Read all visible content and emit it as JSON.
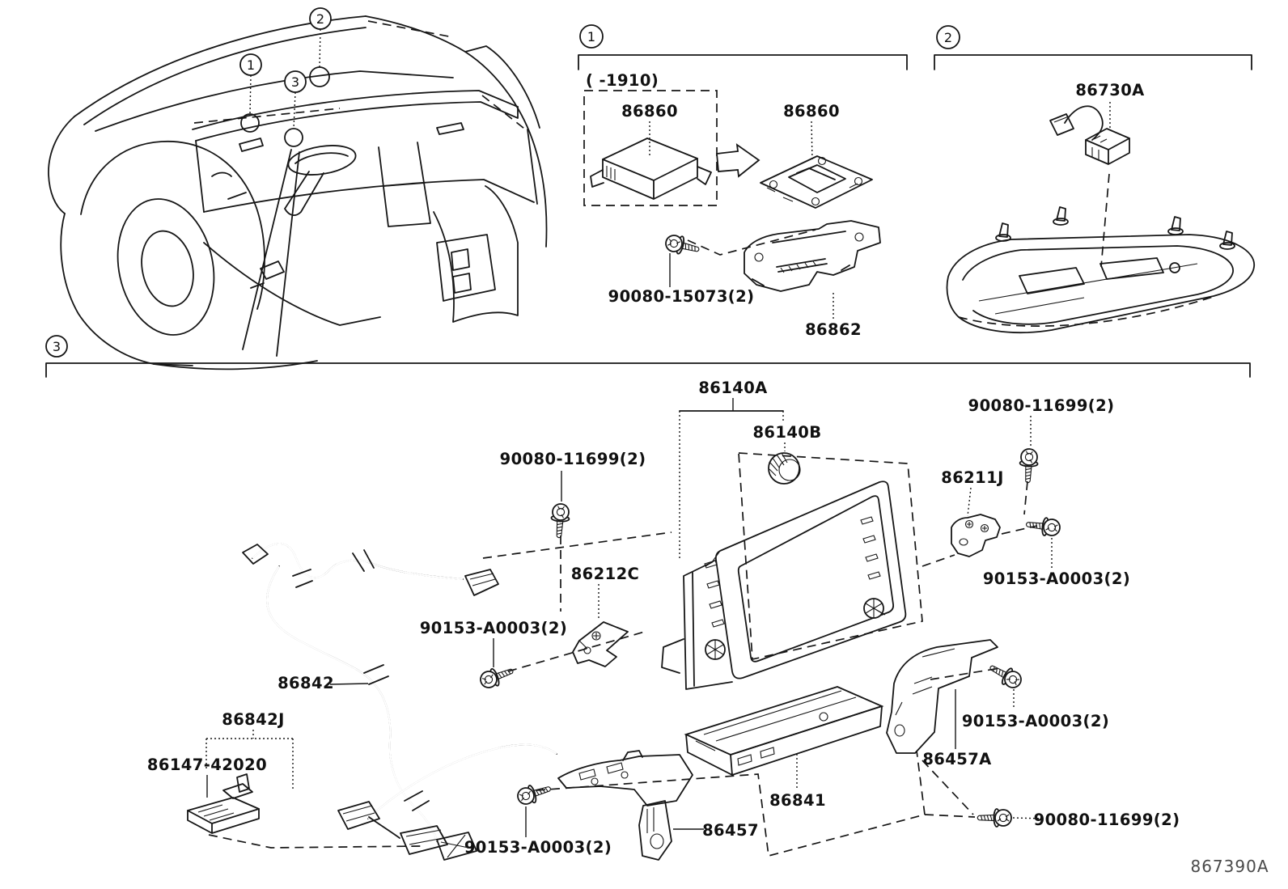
{
  "doc_code": "867390A",
  "callouts": [
    "1",
    "2",
    "3"
  ],
  "production_note": "(     -1910)",
  "parts": {
    "sensor": "86860",
    "screw_15073": "90080-15073(2)",
    "bracket_86862": "86862",
    "microphone": "86730A",
    "receiver_assy": "86140A",
    "knob": "86140B",
    "screw_11699": "90080-11699(2)",
    "bracket_86211j": "86211J",
    "bracket_86212c": "86212C",
    "screw_a0003": "90153-A0003(2)",
    "wire_harness": "86842",
    "wire_harness_sub": "86842J",
    "holder": "86147-42020",
    "amplifier": "86841",
    "bracket_86457": "86457",
    "bracket_86457a": "86457A"
  }
}
